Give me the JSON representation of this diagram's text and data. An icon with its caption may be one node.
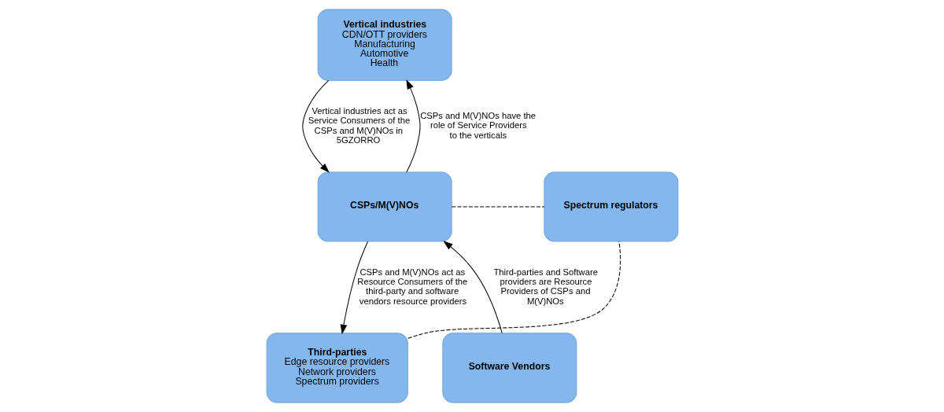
{
  "diagram": {
    "nodes": [
      {
        "text": [
          "Vertical industries",
          "CDN/OTT providers",
          "Manufacturing",
          "Automotive",
          "Health"
        ]
      },
      {
        "text": [
          "CSPs/M(V)NOs"
        ]
      },
      {
        "text": [
          "Spectrum regulators"
        ]
      },
      {
        "text": [
          "Software Vendors"
        ]
      },
      {
        "text": [
          "Third-parties",
          "Edge resource providers",
          "Network providers",
          "Spectrum providers"
        ]
      }
    ],
    "edges": [
      {
        "from": 1,
        "to": 0,
        "arrow": "to",
        "label": "CSPs and M(V)NOs have the role of Service Providers to the verticals"
      },
      {
        "from": 0,
        "to": 1,
        "arrow": "to",
        "label": "Vertical industries act as Service Consumers of the CSPs and M(V)NOs in 5GZORRO"
      },
      {
        "from": 3,
        "to": 1,
        "arrow": "to",
        "label": "Third-parties and Software providers are Resource Providers of CSPs and M(V)NOs"
      },
      {
        "from": 1,
        "to": 4,
        "arrow": "to",
        "label": "CSPs and M(V)NOs act as Resource Consumers of the third-party and software vendors resource providers"
      },
      {
        "from": 1,
        "to": 2,
        "arrow": "none",
        "style": "dashed"
      },
      {
        "from": 4,
        "to": 2,
        "arrow": "none",
        "style": "dashed"
      }
    ]
  }
}
